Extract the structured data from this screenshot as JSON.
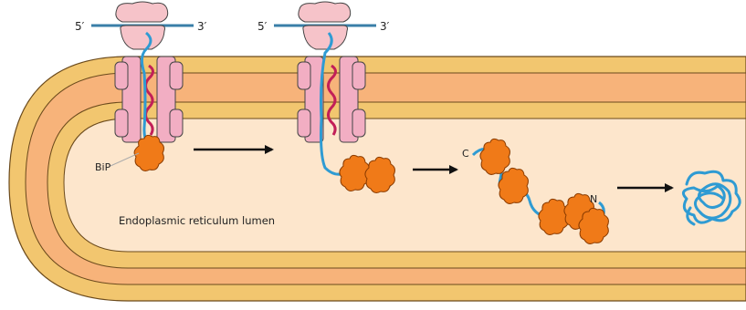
{
  "colors": {
    "outer_membrane": "#f2c66f",
    "membrane_band": "#f7b37a",
    "lumen": "#fde6cc",
    "ribosome": "#f6c3c9",
    "translocon": "#f2aec3",
    "peptide": "#2f9bd3",
    "bip": "#f07a18",
    "signal": "#c21f58"
  },
  "labels": {
    "five_prime": "5′",
    "three_prime": "3′",
    "bip": "BiP",
    "c_terminus": "C",
    "n_terminus": "N",
    "lumen": "Endoplasmic reticulum lumen"
  },
  "icons": [
    "ribosome-icon",
    "translocon-icon",
    "bip-chaperone-icon",
    "arrow-right-icon",
    "folded-protein-icon"
  ]
}
